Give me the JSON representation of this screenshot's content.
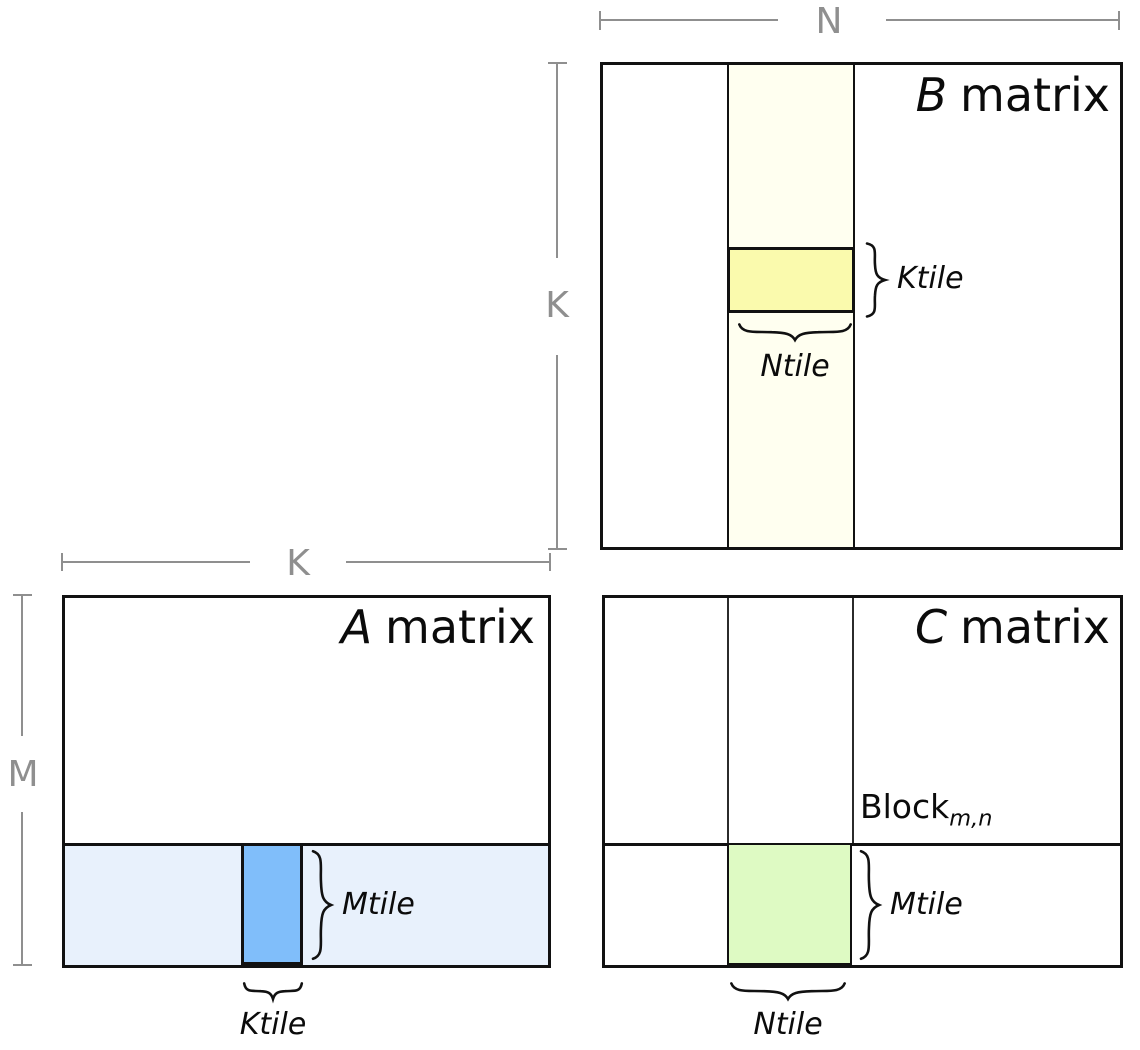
{
  "colors": {
    "border": "#111111",
    "dimension_gray": "#8F8F8F",
    "b_strip_fill": "#FFFFF0",
    "b_tile_fill": "#FAFAAD",
    "a_strip_fill": "#E8F1FC",
    "a_tile_fill": "#80BEFA",
    "c_tile_fill": "#DEFAC3"
  },
  "dimension_labels": {
    "n": "N",
    "k_beside_b": "K",
    "k_above_a": "K",
    "m": "M"
  },
  "matrix_b": {
    "title_letter": "B",
    "title_word": "matrix",
    "ktile": "Ktile",
    "ntile": "Ntile"
  },
  "matrix_a": {
    "title_letter": "A",
    "title_word": "matrix",
    "mtile": "Mtile",
    "ktile": "Ktile"
  },
  "matrix_c": {
    "title_letter": "C",
    "title_word": "matrix",
    "block_base": "Block",
    "block_sub": "m,n",
    "mtile": "Mtile",
    "ntile": "Ntile"
  }
}
